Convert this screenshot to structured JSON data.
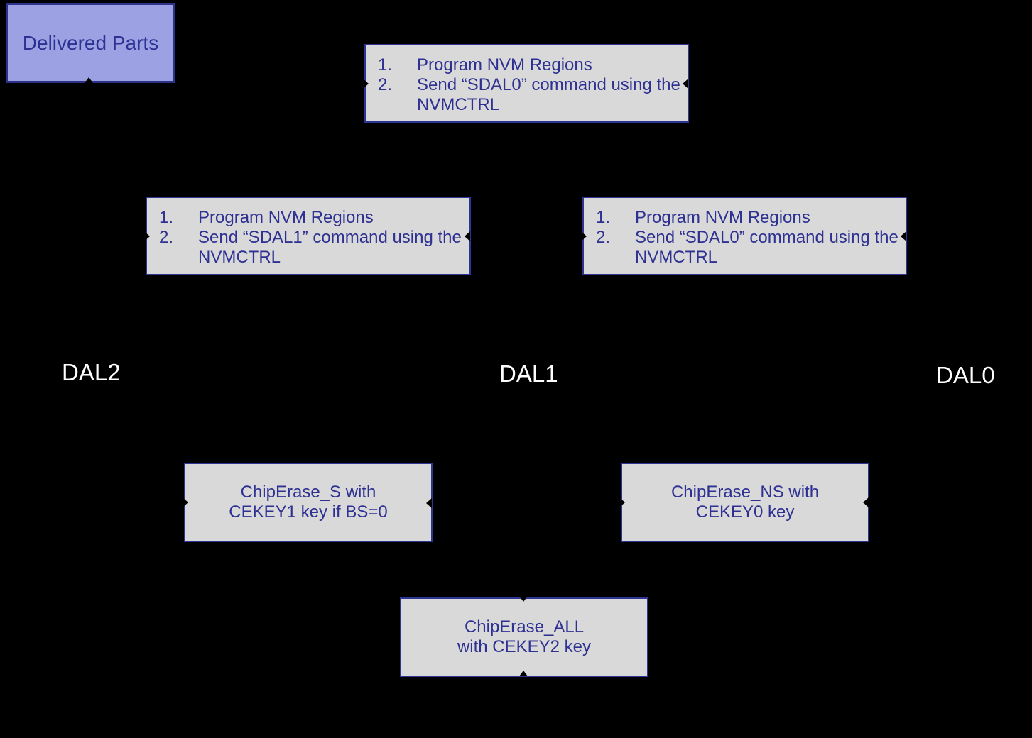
{
  "colors": {
    "background": "#000000",
    "instruction_box_fill": "#d9d9d9",
    "box_border": "#2d3494",
    "box_text": "#2e3192",
    "delivered_box_fill": "#9ba1e2",
    "delivered_box_border": "#2b3288",
    "state_label_text": "#ffffff"
  },
  "nodes": {
    "delivered": {
      "label": "Delivered Parts"
    },
    "program_top": {
      "items": [
        {
          "num": "1.",
          "text": "Program NVM Regions"
        },
        {
          "num": "2.",
          "text": "Send “SDAL0” command using the NVMCTRL"
        }
      ]
    },
    "program_left": {
      "items": [
        {
          "num": "1.",
          "text": "Program NVM Regions"
        },
        {
          "num": "2.",
          "text": "Send “SDAL1” command using the NVMCTRL"
        }
      ]
    },
    "program_right": {
      "items": [
        {
          "num": "1.",
          "text": "Program NVM Regions"
        },
        {
          "num": "2.",
          "text": "Send “SDAL0” command using the NVMCTRL"
        }
      ]
    },
    "erase_s": {
      "line1": "ChipErase_S with",
      "line2": "CEKEY1 key if BS=0"
    },
    "erase_ns": {
      "line1": "ChipErase_NS with",
      "line2": "CEKEY0 key"
    },
    "erase_all": {
      "line1": "ChipErase_ALL",
      "line2": "with CEKEY2 key"
    }
  },
  "labels": {
    "dal2": "DAL2",
    "dal1": "DAL1",
    "dal0": "DAL0"
  }
}
